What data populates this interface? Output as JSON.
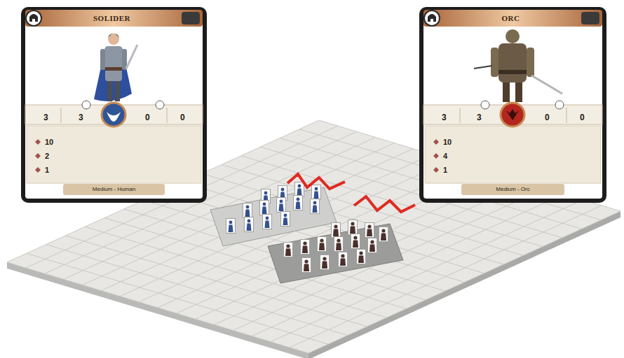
{
  "diagram": {
    "nodes": [
      {
        "text": [
          "SOLIDER",
          "Medium - Human"
        ]
      },
      {
        "text": [
          "ORC",
          "Medium - Orc"
        ]
      }
    ],
    "labels": [
      "3",
      "3",
      "0",
      "0",
      "10",
      "2",
      "1",
      "3",
      "3",
      "0",
      "0",
      "10",
      "4",
      "1"
    ]
  }
}
